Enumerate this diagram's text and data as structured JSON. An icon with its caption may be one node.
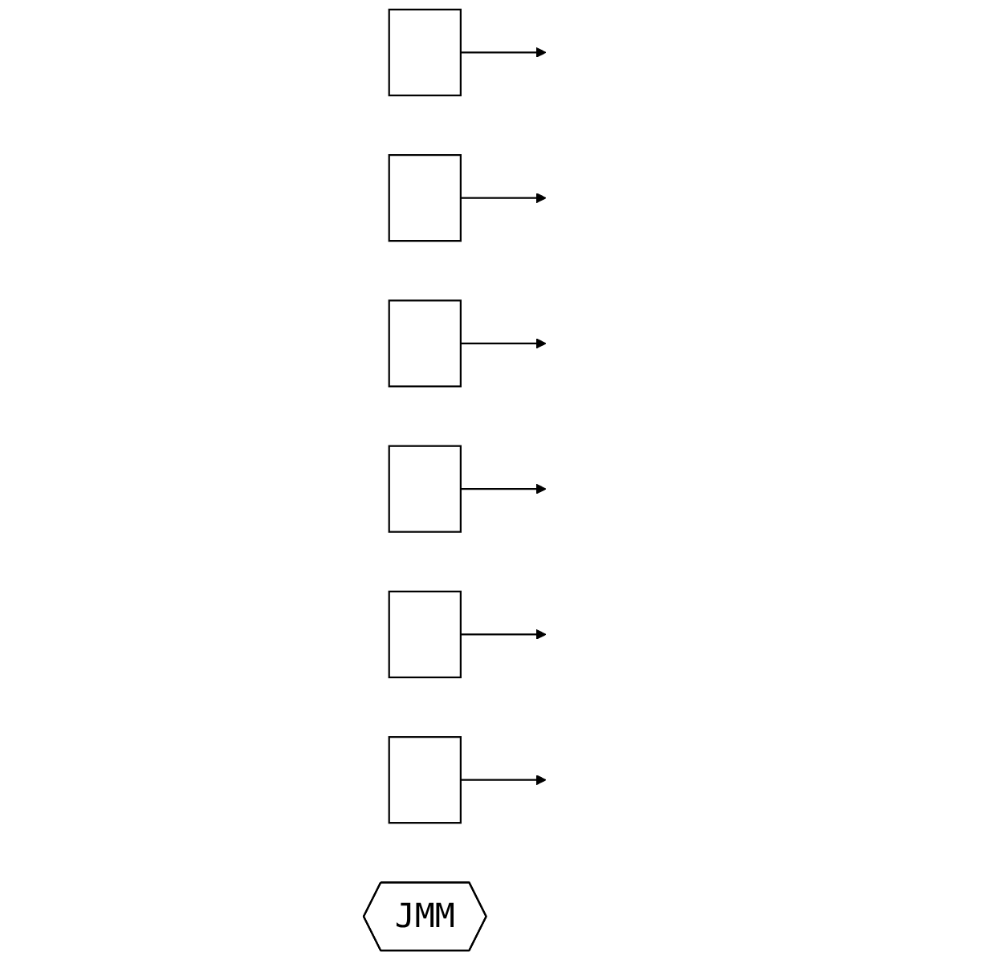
{
  "diagram": {
    "nodes": [
      {
        "text": [],
        "shape": "box"
      },
      {
        "text": [],
        "shape": "box"
      },
      {
        "text": [],
        "shape": "box"
      },
      {
        "text": [],
        "shape": "box"
      },
      {
        "text": [],
        "shape": "box"
      },
      {
        "text": [],
        "shape": "box"
      },
      {
        "text": [
          "JMM"
        ]
      }
    ],
    "edges": [
      {
        "from": 0,
        "to": null,
        "arrow": "to"
      },
      {
        "from": 1,
        "to": null,
        "arrow": "to"
      },
      {
        "from": 2,
        "to": null,
        "arrow": "to"
      },
      {
        "from": 3,
        "to": null,
        "arrow": "to"
      },
      {
        "from": 4,
        "to": null,
        "arrow": "to"
      },
      {
        "from": 5,
        "to": null,
        "arrow": "to"
      }
    ]
  }
}
